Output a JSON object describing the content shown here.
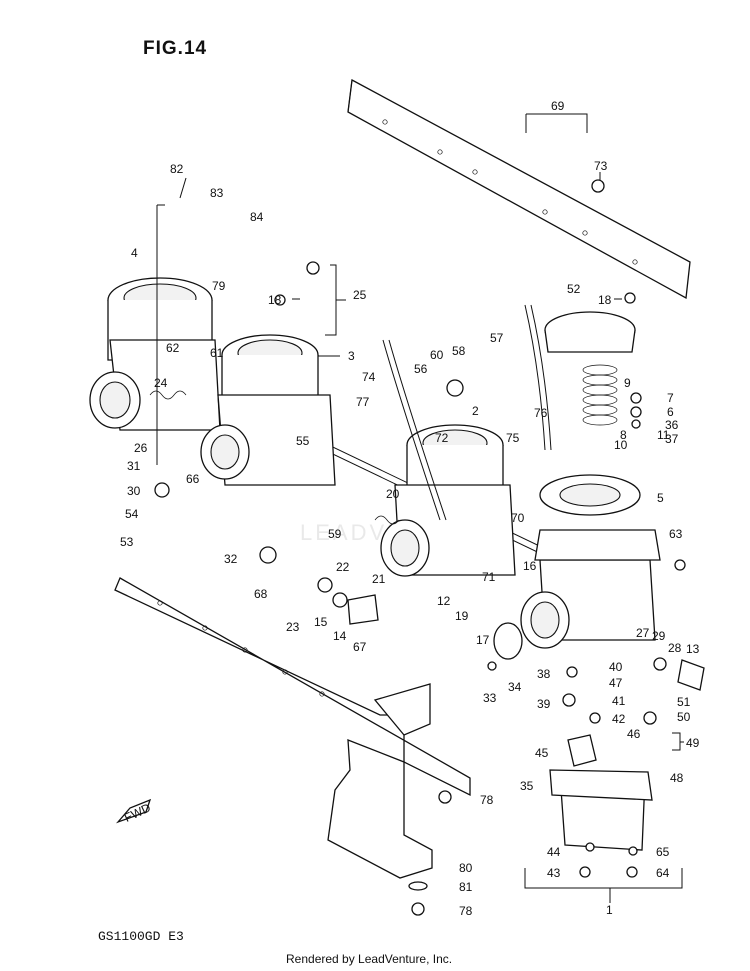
{
  "figure": {
    "title": "FIG.14",
    "model": "GS1100GD E3",
    "footer": "Rendered by LeadVenture, Inc.",
    "watermark": "LEADVENTURE",
    "direction_label": "FWD"
  },
  "callouts": [
    {
      "id": "c82",
      "text": "82"
    },
    {
      "id": "c83",
      "text": "83"
    },
    {
      "id": "c84",
      "text": "84"
    },
    {
      "id": "c4",
      "text": "4"
    },
    {
      "id": "c79",
      "text": "79"
    },
    {
      "id": "c18a",
      "text": "18"
    },
    {
      "id": "c25",
      "text": "25"
    },
    {
      "id": "c3",
      "text": "3"
    },
    {
      "id": "c62",
      "text": "62"
    },
    {
      "id": "c61",
      "text": "61"
    },
    {
      "id": "c24",
      "text": "24"
    },
    {
      "id": "c26",
      "text": "26"
    },
    {
      "id": "c31",
      "text": "31"
    },
    {
      "id": "c30",
      "text": "30"
    },
    {
      "id": "c54",
      "text": "54"
    },
    {
      "id": "c53",
      "text": "53"
    },
    {
      "id": "c66",
      "text": "66"
    },
    {
      "id": "c55",
      "text": "55"
    },
    {
      "id": "c32",
      "text": "32"
    },
    {
      "id": "c68",
      "text": "68"
    },
    {
      "id": "c23",
      "text": "23"
    },
    {
      "id": "c15",
      "text": "15"
    },
    {
      "id": "c14",
      "text": "14"
    },
    {
      "id": "c67",
      "text": "67"
    },
    {
      "id": "c59",
      "text": "59"
    },
    {
      "id": "c22",
      "text": "22"
    },
    {
      "id": "c21",
      "text": "21"
    },
    {
      "id": "c20",
      "text": "20"
    },
    {
      "id": "c74",
      "text": "74"
    },
    {
      "id": "c77",
      "text": "77"
    },
    {
      "id": "c56",
      "text": "56"
    },
    {
      "id": "c60",
      "text": "60"
    },
    {
      "id": "c58",
      "text": "58"
    },
    {
      "id": "c57",
      "text": "57"
    },
    {
      "id": "c2",
      "text": "2"
    },
    {
      "id": "c72",
      "text": "72"
    },
    {
      "id": "c75",
      "text": "75"
    },
    {
      "id": "c76",
      "text": "76"
    },
    {
      "id": "c69",
      "text": "69"
    },
    {
      "id": "c73",
      "text": "73"
    },
    {
      "id": "c52",
      "text": "52"
    },
    {
      "id": "c18b",
      "text": "18"
    },
    {
      "id": "c9",
      "text": "9"
    },
    {
      "id": "c7",
      "text": "7"
    },
    {
      "id": "c6",
      "text": "6"
    },
    {
      "id": "c36",
      "text": "36"
    },
    {
      "id": "c37",
      "text": "37"
    },
    {
      "id": "c10",
      "text": "10"
    },
    {
      "id": "c8",
      "text": "8"
    },
    {
      "id": "c11",
      "text": "11"
    },
    {
      "id": "c5",
      "text": "5"
    },
    {
      "id": "c63",
      "text": "63"
    },
    {
      "id": "c70",
      "text": "70"
    },
    {
      "id": "c16",
      "text": "16"
    },
    {
      "id": "c71",
      "text": "71"
    },
    {
      "id": "c12",
      "text": "12"
    },
    {
      "id": "c19",
      "text": "19"
    },
    {
      "id": "c17",
      "text": "17"
    },
    {
      "id": "c33",
      "text": "33"
    },
    {
      "id": "c34",
      "text": "34"
    },
    {
      "id": "c27",
      "text": "27"
    },
    {
      "id": "c29",
      "text": "29"
    },
    {
      "id": "c28",
      "text": "28"
    },
    {
      "id": "c13",
      "text": "13"
    },
    {
      "id": "c38",
      "text": "38"
    },
    {
      "id": "c40",
      "text": "40"
    },
    {
      "id": "c47",
      "text": "47"
    },
    {
      "id": "c51",
      "text": "51"
    },
    {
      "id": "c39",
      "text": "39"
    },
    {
      "id": "c41",
      "text": "41"
    },
    {
      "id": "c42",
      "text": "42"
    },
    {
      "id": "c50",
      "text": "50"
    },
    {
      "id": "c46",
      "text": "46"
    },
    {
      "id": "c49",
      "text": "49"
    },
    {
      "id": "c45",
      "text": "45"
    },
    {
      "id": "c48",
      "text": "48"
    },
    {
      "id": "c35",
      "text": "35"
    },
    {
      "id": "c44",
      "text": "44"
    },
    {
      "id": "c65",
      "text": "65"
    },
    {
      "id": "c43",
      "text": "43"
    },
    {
      "id": "c64",
      "text": "64"
    },
    {
      "id": "c1",
      "text": "1"
    },
    {
      "id": "c78a",
      "text": "78"
    },
    {
      "id": "c80",
      "text": "80"
    },
    {
      "id": "c81",
      "text": "81"
    },
    {
      "id": "c78b",
      "text": "78"
    }
  ]
}
